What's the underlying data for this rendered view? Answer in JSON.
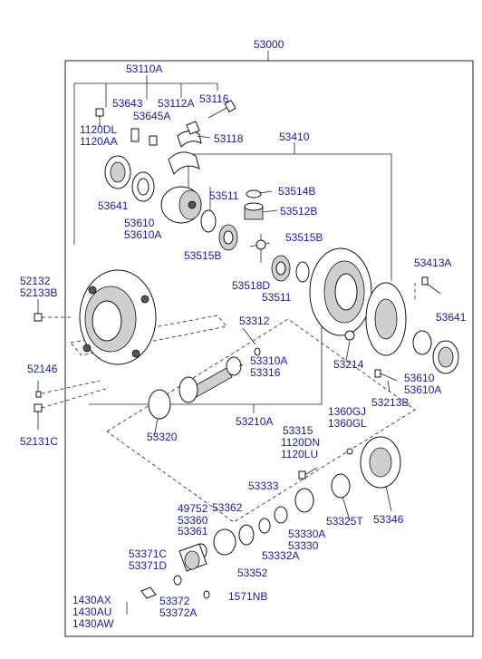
{
  "labels": {
    "assembly": "53000",
    "l53110A": "53110A",
    "l53643": "53643",
    "l53112A": "53112A",
    "l53116": "53116",
    "l53645A": "53645A",
    "l1120DL": "1120DL",
    "l1120AA": "1120AA",
    "l53118": "53118",
    "l53410": "53410",
    "l53641a": "53641",
    "l53610a": "53610",
    "l53610Aa": "53610A",
    "l53511a": "53511",
    "l53514B": "53514B",
    "l53512B": "53512B",
    "l53515Ba": "53515B",
    "l53515Bb": "53515B",
    "l53518D": "53518D",
    "l53511b": "53511",
    "l52132": "52132",
    "l52133B": "52133B",
    "l53413A": "53413A",
    "l53641b": "53641",
    "l53312": "53312",
    "l53310A": "53310A",
    "l53316": "53316",
    "l53214": "53214",
    "l53610b": "53610",
    "l53610Ab": "53610A",
    "l52146": "52146",
    "l53213B": "53213B",
    "l53320": "53320",
    "l53210A": "53210A",
    "l1360GJ": "1360GJ",
    "l1360GL": "1360GL",
    "l52131C": "52131C",
    "l53315": "53315",
    "l1120DN": "1120DN",
    "l1120LU": "1120LU",
    "l53333": "53333",
    "l49752": "49752",
    "l53362": "53362",
    "l53360": "53360",
    "l53361": "53361",
    "l53330A": "53330A",
    "l53330": "53330",
    "l53325T": "53325T",
    "l53346": "53346",
    "l53332A": "53332A",
    "l53371C": "53371C",
    "l53371D": "53371D",
    "l53352": "53352",
    "l1430AX": "1430AX",
    "l1430AU": "1430AU",
    "l1430AW": "1430AW",
    "l53372": "53372",
    "l53372A": "53372A",
    "l1571NB": "1571NB"
  },
  "colors": {
    "label": "#1a1aa0",
    "line": "#222222",
    "background": "#ffffff"
  }
}
